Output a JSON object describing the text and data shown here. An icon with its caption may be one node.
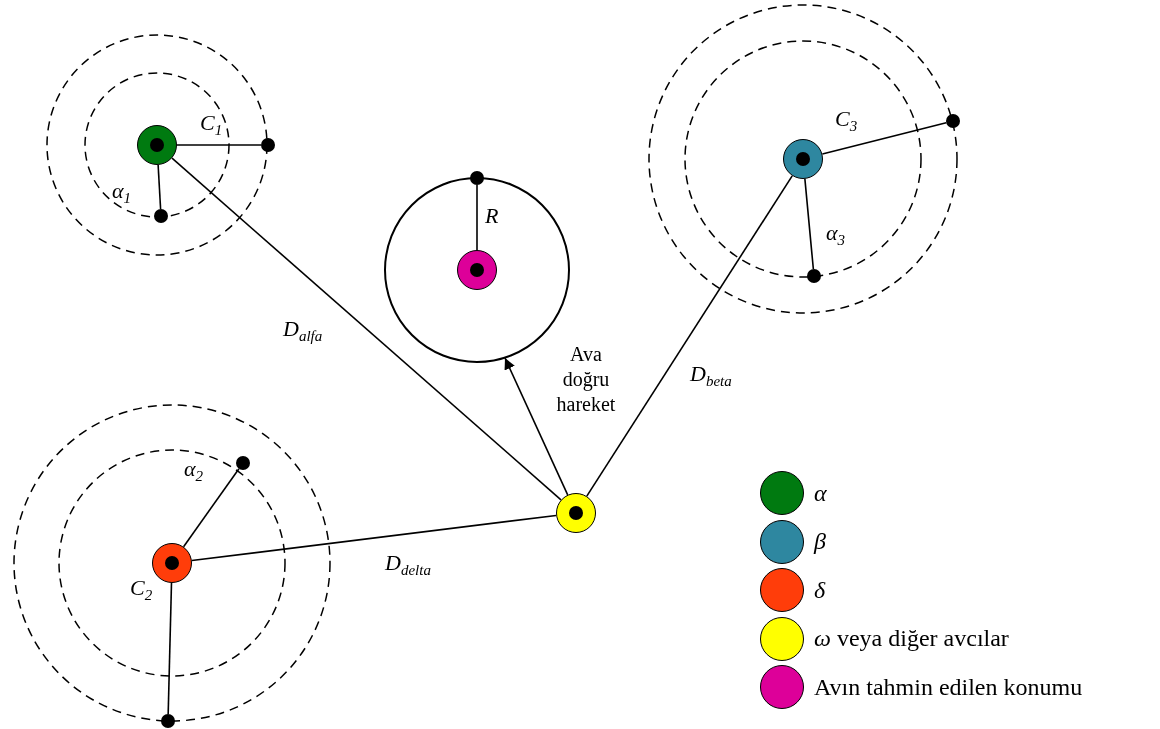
{
  "diagram": {
    "nodes": [
      {
        "text": [],
        "shape": "circle"
      },
      {
        "text": [],
        "shape": "circle"
      },
      {
        "text": [],
        "shape": "circle"
      },
      {
        "text": [],
        "shape": "circle"
      },
      {
        "text": [],
        "shape": "circle"
      },
      {
        "text": [],
        "shape": "circle",
        "in": 3
      },
      {
        "text": [],
        "shape": "circle"
      },
      {
        "text": [],
        "shape": "circle"
      },
      {
        "text": [],
        "shape": "circle"
      },
      {
        "text": [],
        "shape": "circle"
      },
      {
        "text": [],
        "shape": "circle"
      },
      {
        "text": [],
        "shape": "circle"
      },
      {
        "text": [],
        "shape": "circle"
      }
    ],
    "edges": [
      {
        "from": 0,
        "to": 1,
        "arrow": "none",
        "label": "C$_{1}$"
      },
      {
        "from": 0,
        "to": 2,
        "arrow": "none",
        "label": "α$_{1}$"
      },
      {
        "from": 5,
        "to": 4,
        "arrow": "none",
        "label": "R"
      },
      {
        "from": 6,
        "to": 7,
        "arrow": "none",
        "label": "C$_{3}$"
      },
      {
        "from": 6,
        "to": 8,
        "arrow": "none",
        "label": "α$_{3}$"
      },
      {
        "from": 9,
        "to": 10,
        "arrow": "none",
        "label": "α$_{2}$"
      },
      {
        "from": 9,
        "to": 11,
        "arrow": "none",
        "label": "C$_{2}$"
      },
      {
        "from": 12,
        "to": 0,
        "arrow": "none",
        "label": "D$_{alfa}$"
      },
      {
        "from": 12,
        "to": 6,
        "arrow": "none",
        "label": "D$_{beta}$"
      },
      {
        "from": 12,
        "to": 9,
        "arrow": "none",
        "label": "D$_{delta}$"
      },
      {
        "from": 12,
        "to": 3,
        "arrow": "to",
        "label": "Ava doğru hareket"
      }
    ],
    "legend": [
      {
        "text": "α",
        "color": "#007a10"
      },
      {
        "text": "β",
        "color": "#2e87a0"
      },
      {
        "text": "δ",
        "color": "#ff3d0a"
      },
      {
        "text": "*ω* veya diğer avcılar",
        "color": "#ffff00"
      },
      {
        "text": "Avın tahmin edilen konumu",
        "color": "#dd0099"
      }
    ]
  }
}
